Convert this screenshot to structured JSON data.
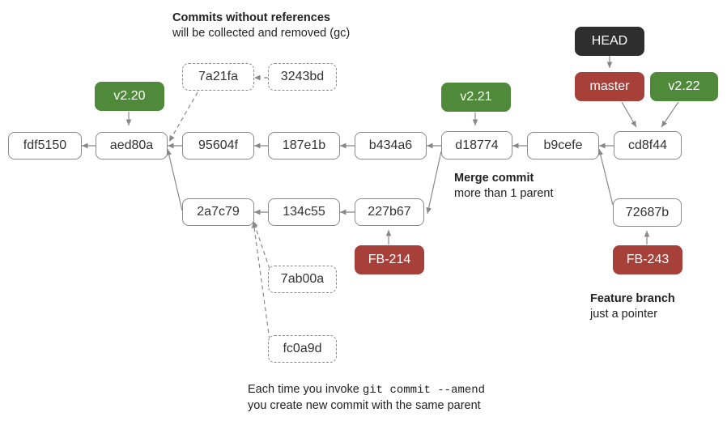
{
  "colors": {
    "tag": "#4e8a3a",
    "branch": "#a8403a",
    "head": "#2e2e2e",
    "edge": "#888888"
  },
  "commits": {
    "fdf5150": "fdf5150",
    "aed80a": "aed80a",
    "95604f": "95604f",
    "187e1b": "187e1b",
    "b434a6": "b434a6",
    "d18774": "d18774",
    "b9cefe": "b9cefe",
    "cd8f44": "cd8f44",
    "2a7c79": "2a7c79",
    "134c55": "134c55",
    "227b67": "227b67",
    "72687b": "72687b",
    "7a21fa": "7a21fa",
    "3243bd": "3243bd",
    "7ab00a": "7ab00a",
    "fc0a9d": "fc0a9d"
  },
  "refs": {
    "head": "HEAD",
    "master": "master",
    "v2_22": "v2.22",
    "v2_21": "v2.21",
    "v2_20": "v2.20",
    "fb_214": "FB-214",
    "fb_243": "FB-243"
  },
  "notes": {
    "unreferenced": {
      "title": "Commits without references",
      "body": "will be collected and removed (gc)"
    },
    "merge": {
      "title": "Merge commit",
      "body": "more than 1 parent"
    },
    "feature": {
      "title": "Feature branch",
      "body": "just a pointer"
    },
    "amend": {
      "prefix": "Each time you invoke ",
      "code": "git commit --amend",
      "line2": "you create new commit with the same parent"
    }
  }
}
